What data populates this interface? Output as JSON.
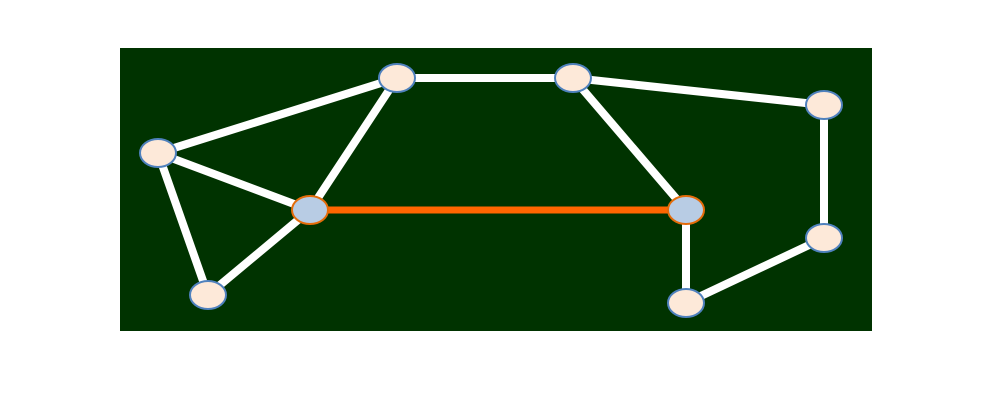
{
  "diagram": {
    "background_color": "#003300",
    "edge_color": "#ffffff",
    "highlight_color": "#ff6600",
    "node_fill": "#fde9d9",
    "node_fill_highlight": "#b8cce4",
    "node_stroke": "#4f81bd",
    "node_stroke_highlight": "#e46c0a",
    "nodes": [
      {
        "id": "n1",
        "highlight": false
      },
      {
        "id": "n2",
        "highlight": false
      },
      {
        "id": "n3",
        "highlight": false
      },
      {
        "id": "n4",
        "highlight": true
      },
      {
        "id": "n5",
        "highlight": false
      },
      {
        "id": "n6",
        "highlight": true
      },
      {
        "id": "n7",
        "highlight": false
      },
      {
        "id": "n8",
        "highlight": false
      },
      {
        "id": "n9",
        "highlight": false
      },
      {
        "id": "n10",
        "highlight": false
      }
    ],
    "edges": [
      {
        "from": "n1",
        "to": "n2",
        "highlight": false
      },
      {
        "from": "n2",
        "to": "n3",
        "highlight": false
      },
      {
        "from": "n3",
        "to": "n7",
        "highlight": false
      },
      {
        "from": "n7",
        "to": "n8",
        "highlight": false
      },
      {
        "from": "n8",
        "to": "n6",
        "highlight": false
      },
      {
        "from": "n9",
        "to": "n10",
        "highlight": false
      },
      {
        "from": "n10",
        "to": "n6",
        "highlight": false
      },
      {
        "from": "n5",
        "to": "n1",
        "highlight": false
      },
      {
        "from": "n5",
        "to": "n4",
        "highlight": false
      },
      {
        "from": "n5",
        "to": "n9",
        "highlight": false
      },
      {
        "from": "n4",
        "to": "n2",
        "highlight": false
      },
      {
        "from": "n4",
        "to": "n6",
        "highlight": true
      }
    ]
  }
}
